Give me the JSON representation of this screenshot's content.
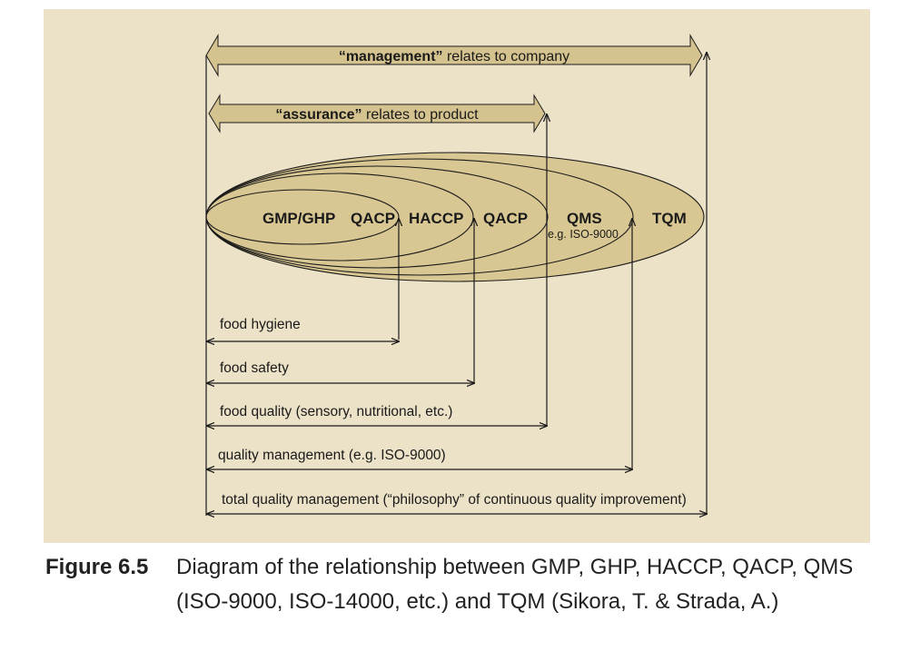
{
  "bands": {
    "management": {
      "quoted": "“management”",
      "rest": " relates to company"
    },
    "assurance": {
      "quoted": "“assurance”",
      "rest": " relates to product"
    }
  },
  "ellipse_labels": {
    "gmp_ghp": "GMP/GHP",
    "qacp_inner": "QACP",
    "haccp": "HACCP",
    "qacp": "QACP",
    "qms": "QMS",
    "qms_example": "e.g. ISO-9000",
    "tqm": "TQM"
  },
  "scope_labels": {
    "food_hygiene": "food hygiene",
    "food_safety": "food safety",
    "food_quality": "food quality (sensory, nutritional, etc.)",
    "quality_management": "quality management (e.g. ISO-9000)",
    "total_quality_management": "total quality management (“philosophy” of continuous quality improvement)"
  },
  "caption": {
    "label": "Figure 6.5",
    "text": "Diagram of the relationship between GMP, GHP, HACCP, QACP, QMS (ISO-9000, ISO-14000, etc.) and TQM (Sikora, T. & Strada, A.)"
  },
  "colors": {
    "panel_background": "#ece2c8",
    "band_fill": "#d4c28f",
    "ellipse_fill": "#d9c793",
    "line": "#1a1a1a"
  }
}
